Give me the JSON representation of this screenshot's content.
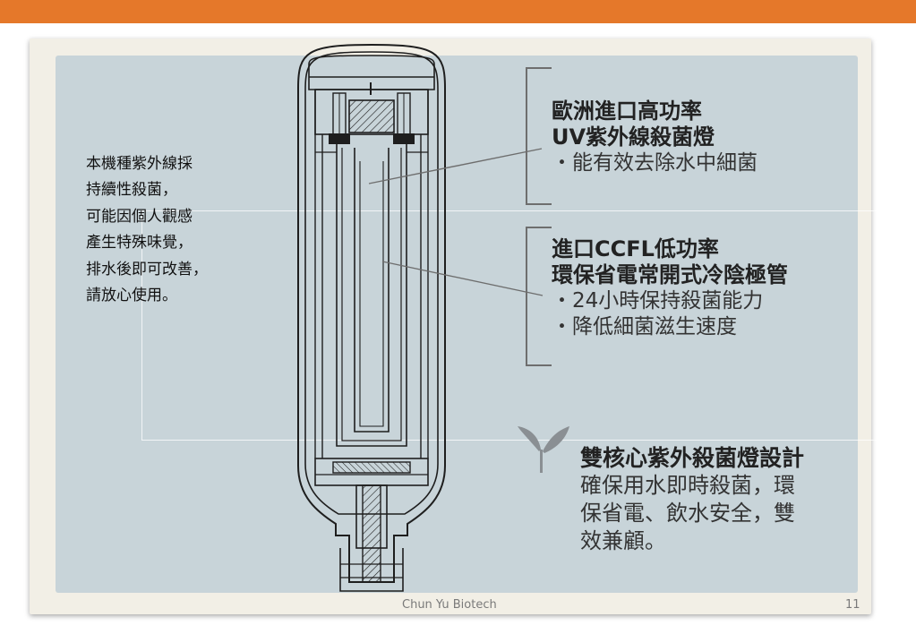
{
  "colors": {
    "top_bar": "#e5782a",
    "panel": "#c8d4d9",
    "card": "#f2efe6",
    "bracket": "#6e6e6e",
    "drawing": "#1e1e1e",
    "leaf": "#8a8f93"
  },
  "side_note": {
    "lines": [
      "本機種紫外線採",
      "持續性殺菌，",
      "可能因個人觀感",
      "產生特殊味覺，",
      "排水後即可改善，",
      "請放心使用。"
    ]
  },
  "callout_uv": {
    "title": "歐洲進口高功率\nUV紫外線殺菌燈",
    "bullets": [
      "・能有效去除水中細菌"
    ]
  },
  "callout_ccfl": {
    "title": "進口CCFL低功率\n環保省電常開式冷陰極管",
    "bullets": [
      "・24小時保持殺菌能力",
      "・降低細菌滋生速度"
    ]
  },
  "feature": {
    "icon": "sprout-icon",
    "title": "雙核心紫外殺菌燈設計",
    "body": "確保用水即時殺菌，環\n保省電、飲水安全，雙\n效兼顧。"
  },
  "footer": {
    "text": "Chun Yu Biotech",
    "page_number": "11"
  }
}
